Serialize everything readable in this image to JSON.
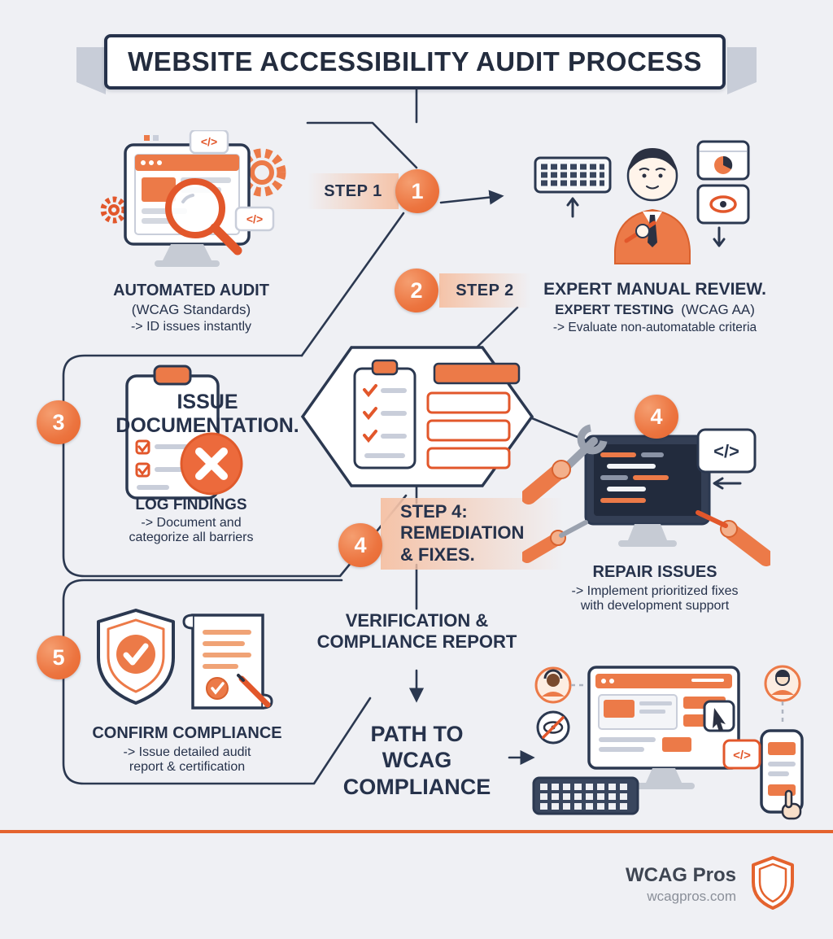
{
  "colors": {
    "background": "#EFF0F4",
    "navy": "#26324B",
    "line": "#2B3850",
    "orange": "#EC7A48",
    "orange_deep": "#E2572B",
    "peach": "#F5C3A8",
    "footer_rule": "#E4632E"
  },
  "banner": {
    "title": "WEBSITE ACCESSIBILITY AUDIT PROCESS"
  },
  "steps": {
    "step1": {
      "badge": "1",
      "label": "STEP 1",
      "heading": "AUTOMATED AUDIT",
      "subheading": "(WCAG Standards)",
      "description": "-> ID issues instantly"
    },
    "step2": {
      "badge": "2",
      "label": "STEP 2",
      "heading": "EXPERT MANUAL REVIEW.",
      "subheading": "EXPERT TESTING",
      "subheading_note": "(WCAG AA)",
      "description": "-> Evaluate non-automatable criteria"
    },
    "step3": {
      "badge": "3",
      "heading": "ISSUE\nDOCUMENTATION.",
      "subheading": "LOG FINDINGS",
      "description": "-> Document and\ncategorize all barriers"
    },
    "step4_label": {
      "badge": "4",
      "text": "STEP 4:\nREMEDIATION\n& FIXES."
    },
    "step4": {
      "badge": "4",
      "heading": "REPAIR ISSUES",
      "description": "-> Implement prioritized fixes\nwith development support"
    },
    "step5": {
      "badge": "5",
      "heading": "CONFIRM COMPLIANCE",
      "description": "-> Issue detailed audit\nreport & certification"
    }
  },
  "outcome": {
    "verification": "VERIFICATION &\nCOMPLIANCE REPORT",
    "path": "PATH TO\nWCAG\nCOMPLIANCE"
  },
  "footer": {
    "brand": "WCAG Pros",
    "website": "wcagpros.com"
  },
  "glyphs": {
    "code": "</>"
  }
}
